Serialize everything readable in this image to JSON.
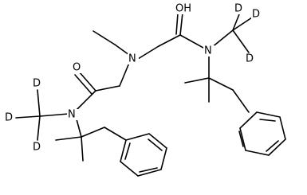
{
  "molecule": {
    "atom_labels": {
      "oh": "OH",
      "o_carbonyl": "O",
      "n_center": "N",
      "n_right": "N",
      "n_left": "N",
      "d_right_top": "D",
      "d_right_mid": "D",
      "d_right_bottom": "D",
      "d_left_top": "D",
      "d_left_mid": "D",
      "d_left_bottom": "D"
    }
  }
}
